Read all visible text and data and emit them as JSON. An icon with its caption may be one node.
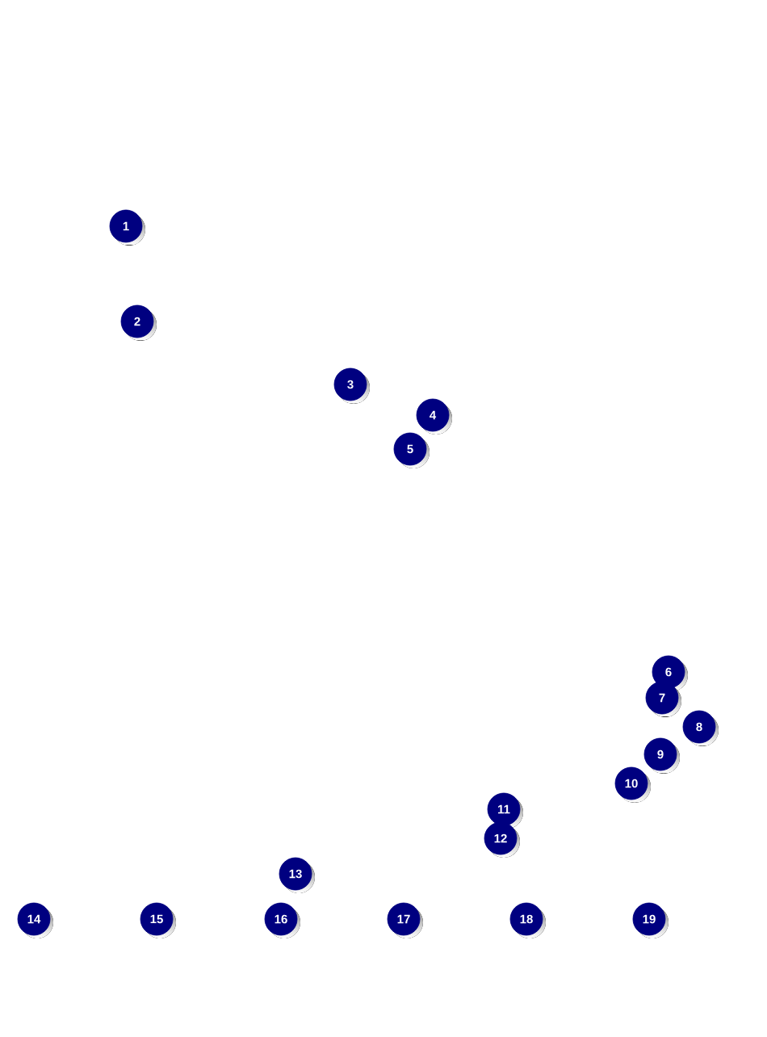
{
  "diagram": {
    "nodes": [
      {
        "text": [
          "1"
        ]
      },
      {
        "text": [
          "2"
        ]
      },
      {
        "text": [
          "3"
        ]
      },
      {
        "text": [
          "4"
        ]
      },
      {
        "text": [
          "5"
        ]
      },
      {
        "text": [
          "6"
        ]
      },
      {
        "text": [
          "7"
        ]
      },
      {
        "text": [
          "8"
        ]
      },
      {
        "text": [
          "9"
        ]
      },
      {
        "text": [
          "10"
        ]
      },
      {
        "text": [
          "11"
        ]
      },
      {
        "text": [
          "12"
        ]
      },
      {
        "text": [
          "13"
        ]
      },
      {
        "text": [
          "14"
        ]
      },
      {
        "text": [
          "15"
        ]
      },
      {
        "text": [
          "16"
        ]
      },
      {
        "text": [
          "17"
        ]
      },
      {
        "text": [
          "18"
        ]
      },
      {
        "text": [
          "19"
        ]
      }
    ]
  }
}
